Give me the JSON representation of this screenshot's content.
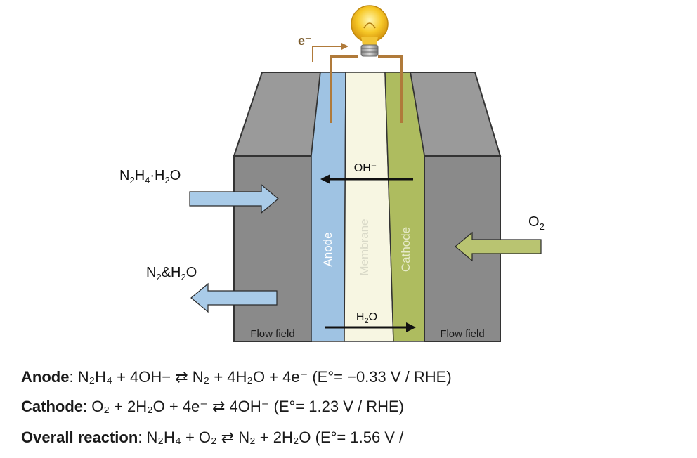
{
  "diagram": {
    "electron_label": "e⁻",
    "inlet_fuel": {
      "main": "N",
      "s1": "2",
      "mid": "H",
      "s2": "4",
      "mid2": "·H",
      "s3": "2",
      "end": "O"
    },
    "outlet_products": {
      "p1": "N",
      "s1": "2",
      "p2": "&H",
      "s2": "2",
      "p3": "O"
    },
    "oxidant": {
      "p1": "O",
      "s1": "2"
    },
    "hydroxide_label": "OH⁻",
    "water_label": {
      "p1": "H",
      "s1": "2",
      "p2": "O"
    },
    "layers": {
      "anode": "Anode",
      "membrane": "Membrane",
      "cathode": "Cathode"
    },
    "flow_field_left": "Flow field",
    "flow_field_right": "Flow field",
    "colors": {
      "block_dark": "#8a8a8a",
      "block_top": "#9a9a9a",
      "anode": "#9fc3e3",
      "membrane": "#f7f6e2",
      "cathode": "#aebc5f",
      "wire": "#b07a3a",
      "arrow_blue": "#a9cbe8",
      "arrow_green": "#b9c471"
    }
  },
  "equations": {
    "anode_label": "Anode",
    "anode_eq": "N₂H₄ + 4OH− ⇄ N₂ + 4H₂O + 4e⁻ (E°= −0.33 V / RHE)",
    "cathode_label": "Cathode",
    "cathode_eq": "O₂ + 2H₂O + 4e⁻ ⇄ 4OH⁻ (E°= 1.23 V / RHE)",
    "overall_label": "Overall reaction",
    "overall_eq": "N₂H₄ + O₂ ⇄ N₂ + 2H₂O (E°= 1.56 V /"
  }
}
